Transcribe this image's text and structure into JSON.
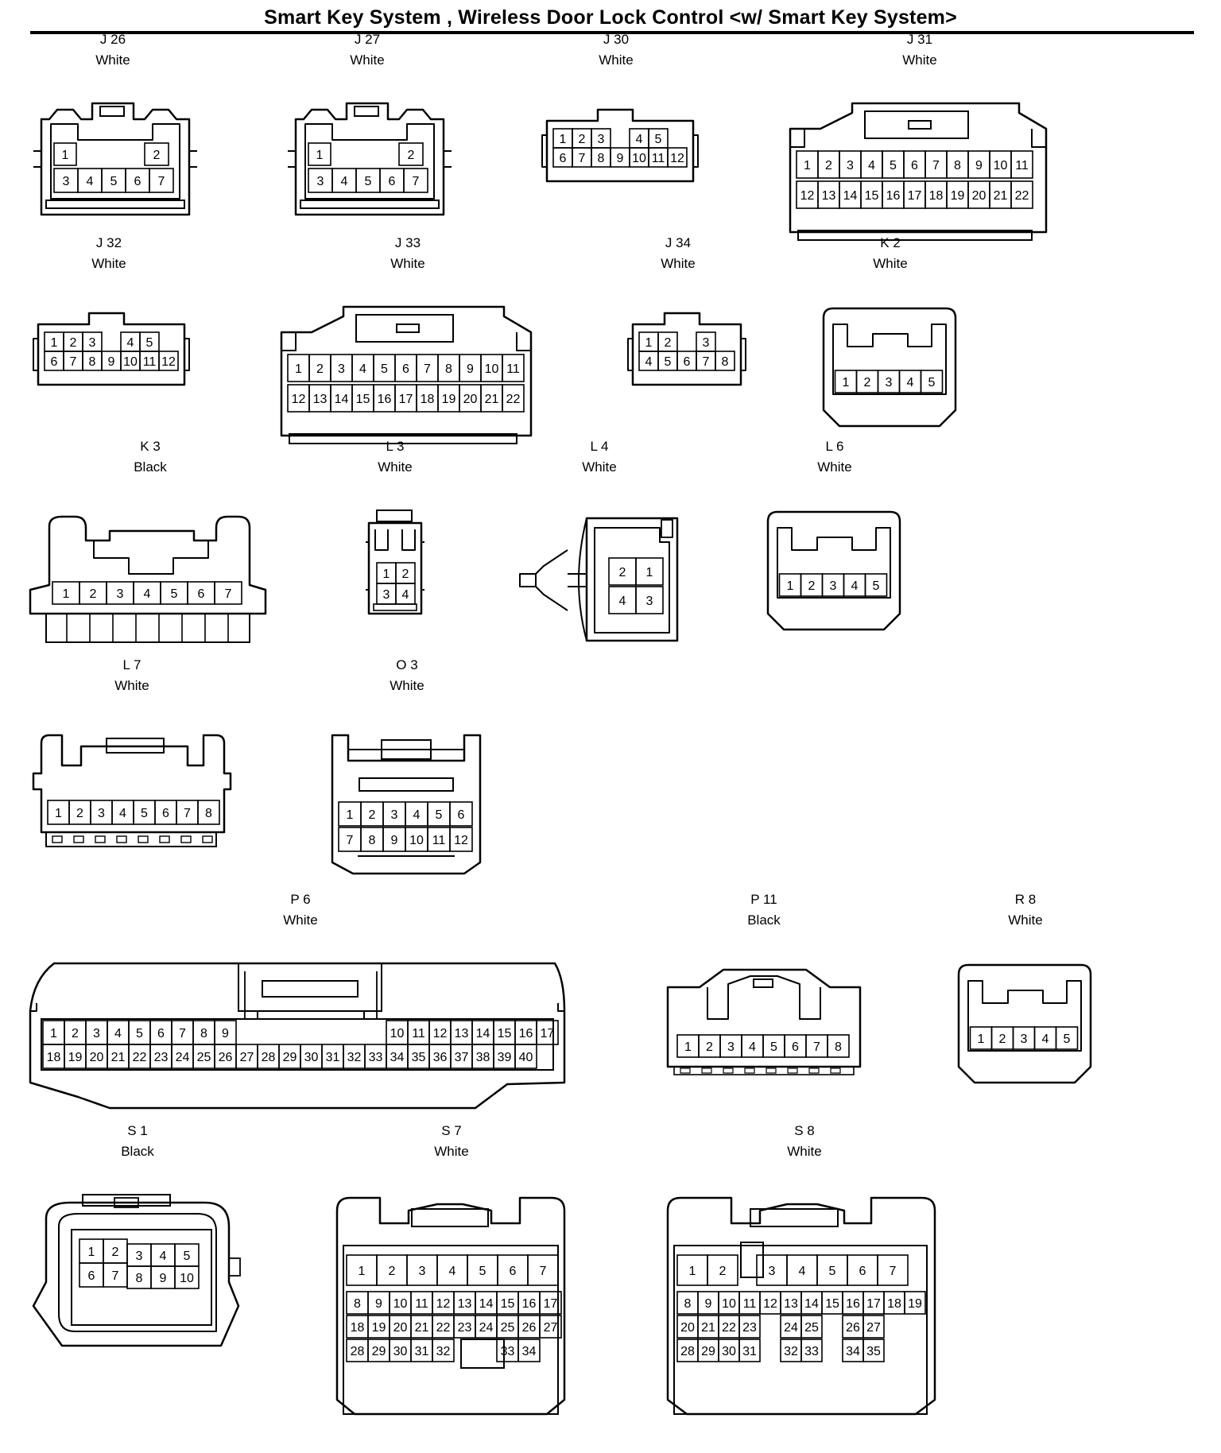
{
  "title": "Smart Key System , Wireless Door Lock Control <w/ Smart Key System>",
  "connectors": [
    {
      "code": "J 26",
      "color": "White",
      "rows": [
        [
          "1",
          "",
          "",
          "",
          "2"
        ],
        [
          "3",
          "4",
          "5",
          "6",
          "7"
        ]
      ]
    },
    {
      "code": "J 27",
      "color": "White",
      "rows": [
        [
          "1",
          "",
          "",
          "",
          "2"
        ],
        [
          "3",
          "4",
          "5",
          "6",
          "7"
        ]
      ]
    },
    {
      "code": "J 30",
      "color": "White",
      "rows": [
        [
          "1",
          "2",
          "3",
          "",
          "4",
          "5"
        ],
        [
          "6",
          "7",
          "8",
          "9",
          "10",
          "11",
          "12"
        ]
      ]
    },
    {
      "code": "J 31",
      "color": "White",
      "rows": [
        [
          "1",
          "2",
          "3",
          "4",
          "5",
          "6",
          "7",
          "8",
          "9",
          "10",
          "11"
        ],
        [
          "12",
          "13",
          "14",
          "15",
          "16",
          "17",
          "18",
          "19",
          "20",
          "21",
          "22"
        ]
      ]
    },
    {
      "code": "J 32",
      "color": "White",
      "rows": [
        [
          "1",
          "2",
          "3",
          "",
          "4",
          "5"
        ],
        [
          "6",
          "7",
          "8",
          "9",
          "10",
          "11",
          "12"
        ]
      ]
    },
    {
      "code": "J 33",
      "color": "White",
      "rows": [
        [
          "1",
          "2",
          "3",
          "4",
          "5",
          "6",
          "7",
          "8",
          "9",
          "10",
          "11"
        ],
        [
          "12",
          "13",
          "14",
          "15",
          "16",
          "17",
          "18",
          "19",
          "20",
          "21",
          "22"
        ]
      ]
    },
    {
      "code": "J 34",
      "color": "White",
      "rows": [
        [
          "1",
          "2",
          "",
          "3"
        ],
        [
          "4",
          "5",
          "6",
          "7",
          "8"
        ]
      ]
    },
    {
      "code": "K 2",
      "color": "White",
      "rows": [
        [
          "1",
          "2",
          "3",
          "4",
          "5"
        ]
      ]
    },
    {
      "code": "K 3",
      "color": "Black",
      "rows": [
        [
          "1",
          "2",
          "3",
          "4",
          "5",
          "6",
          "7"
        ]
      ]
    },
    {
      "code": "L 3",
      "color": "White",
      "rows": [
        [
          "1",
          "2"
        ],
        [
          "3",
          "4"
        ]
      ]
    },
    {
      "code": "L 4",
      "color": "White",
      "rows": [
        [
          "2",
          "1"
        ],
        [
          "4",
          "3"
        ]
      ]
    },
    {
      "code": "L 6",
      "color": "White",
      "rows": [
        [
          "1",
          "2",
          "3",
          "4",
          "5"
        ]
      ]
    },
    {
      "code": "L 7",
      "color": "White",
      "rows": [
        [
          "1",
          "2",
          "3",
          "4",
          "5",
          "6",
          "7",
          "8"
        ]
      ]
    },
    {
      "code": "O 3",
      "color": "White",
      "rows": [
        [
          "1",
          "2",
          "3",
          "4",
          "5",
          "6"
        ],
        [
          "7",
          "8",
          "9",
          "10",
          "11",
          "12"
        ]
      ]
    },
    {
      "code": "P 6",
      "color": "White",
      "rows": [
        [
          "1",
          "2",
          "3",
          "4",
          "5",
          "6",
          "7",
          "8",
          "9",
          "",
          "",
          "",
          "",
          "",
          "",
          "",
          "10",
          "11",
          "12",
          "13",
          "14",
          "15",
          "16",
          "17"
        ],
        [
          "18",
          "19",
          "20",
          "21",
          "22",
          "23",
          "24",
          "25",
          "26",
          "27",
          "28",
          "29",
          "30",
          "31",
          "32",
          "33",
          "34",
          "35",
          "36",
          "37",
          "38",
          "39",
          "40"
        ]
      ]
    },
    {
      "code": "P 11",
      "color": "Black",
      "rows": [
        [
          "1",
          "2",
          "3",
          "4",
          "5",
          "6",
          "7",
          "8"
        ]
      ]
    },
    {
      "code": "R 8",
      "color": "White",
      "rows": [
        [
          "1",
          "2",
          "3",
          "4",
          "5"
        ]
      ]
    },
    {
      "code": "S 1",
      "color": "Black",
      "rows": [
        [
          "1",
          "2",
          "3",
          "4",
          "5"
        ],
        [
          "6",
          "7",
          "8",
          "9",
          "10"
        ]
      ]
    },
    {
      "code": "S 7",
      "color": "White",
      "rows": [
        [
          "1",
          "2",
          "3",
          "4",
          "5",
          "6",
          "7"
        ],
        [
          "8",
          "9",
          "10",
          "11",
          "12",
          "13",
          "14",
          "15",
          "16",
          "17"
        ],
        [
          "18",
          "19",
          "20",
          "21",
          "22",
          "23",
          "24",
          "25",
          "26",
          "27"
        ],
        [
          "28",
          "29",
          "30",
          "31",
          "32",
          "",
          "",
          "33",
          "34"
        ]
      ]
    },
    {
      "code": "S 8",
      "color": "White",
      "rows": [
        [
          "1",
          "2",
          "",
          "3",
          "4",
          "5",
          "6",
          "7"
        ],
        [
          "8",
          "9",
          "10",
          "11",
          "12",
          "13",
          "14",
          "15",
          "16",
          "17",
          "18",
          "19"
        ],
        [
          "20",
          "21",
          "22",
          "23",
          "",
          "24",
          "25",
          "",
          "26",
          "27"
        ],
        [
          "28",
          "29",
          "30",
          "31",
          "",
          "32",
          "33",
          "",
          "34",
          "35"
        ]
      ]
    }
  ]
}
